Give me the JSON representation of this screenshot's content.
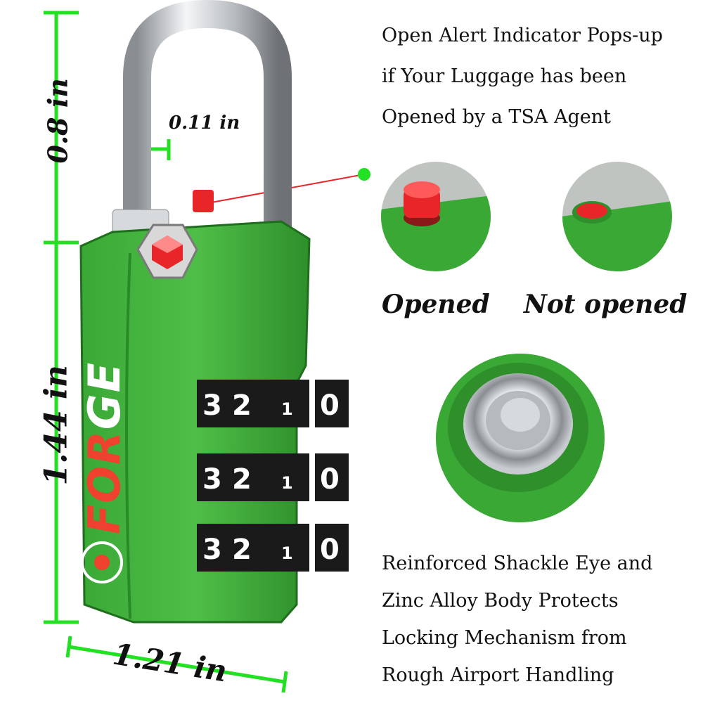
{
  "dimensions": {
    "shackle_height": "0.8 in",
    "shackle_width": "0.11 in",
    "body_height": "1.44 in",
    "body_width": "1.21 in"
  },
  "brand": {
    "logo_text": "FORGE"
  },
  "dials": [
    {
      "digits": [
        "3",
        "2",
        "1",
        "0"
      ]
    },
    {
      "digits": [
        "3",
        "2",
        "1",
        "0"
      ]
    },
    {
      "digits": [
        "3",
        "2",
        "1",
        "0"
      ]
    }
  ],
  "alert_caption": [
    "Open Alert Indicator Pops-up",
    "if Your Luggage has been",
    "Opened by a TSA Agent"
  ],
  "indicator_states": {
    "opened": "Opened",
    "not_opened": "Not opened"
  },
  "shackle_caption": [
    "Reinforced Shackle Eye and",
    "Zinc Alloy Body Protects",
    "Locking Mechanism from",
    "Rough Airport Handling"
  ],
  "colors": {
    "lock_green": "#3fae3a",
    "lock_green_dark": "#2a8a28",
    "dimension_line": "#22e022",
    "indicator_red": "#e8262a",
    "brand_red": "#f04030",
    "shackle_metal": "#c8ccd0"
  }
}
